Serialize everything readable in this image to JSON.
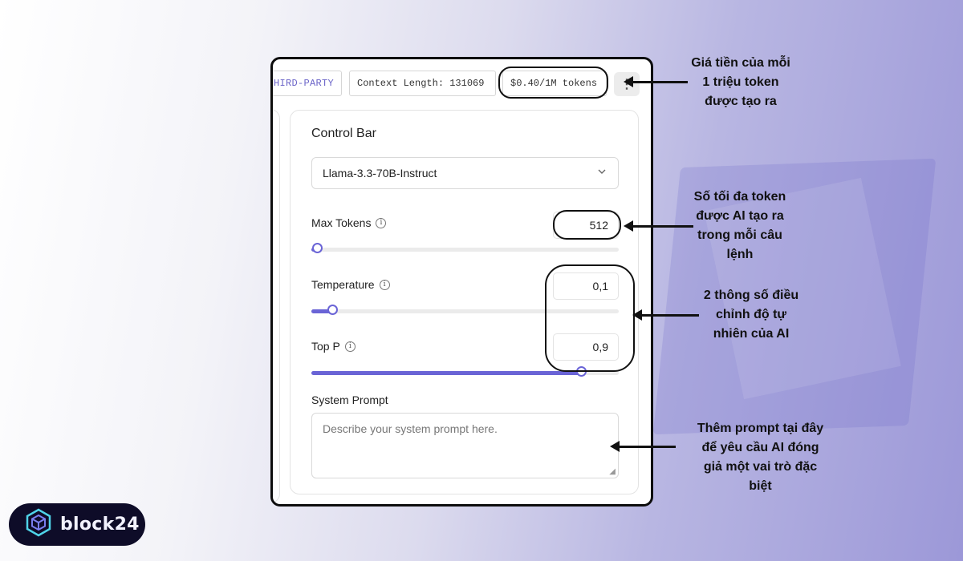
{
  "topbar": {
    "provider_tag": "HIRD-PARTY",
    "context_length": "Context Length: 131069",
    "price": "$0.40/1M tokens",
    "more_icon": "kebab-icon"
  },
  "control_bar": {
    "title": "Control Bar",
    "model": {
      "selected": "Llama-3.3-70B-Instruct",
      "icon": "chevron-down-icon"
    },
    "max_tokens": {
      "label": "Max Tokens",
      "value": "512",
      "slider_fraction": 0.02
    },
    "temperature": {
      "label": "Temperature",
      "value": "0,1",
      "slider_fraction": 0.07
    },
    "top_p": {
      "label": "Top P",
      "value": "0,9",
      "slider_fraction": 0.88
    },
    "system_prompt": {
      "label": "System Prompt",
      "placeholder": "Describe your system prompt here."
    }
  },
  "annotations": {
    "price_note": "Giá tiền của mỗi\n1 triệu token\nđược tạo ra",
    "max_tokens_note": "Số tối đa token\nđược AI tạo ra\ntrong mỗi câu\nlệnh",
    "params_note": "2 thông số điều\nchỉnh độ tự\nnhiên của AI",
    "prompt_note": "Thêm prompt tại đây\nđể yêu cầu AI đóng\ngiả một vai trò đặc\nbiệt"
  },
  "logo": {
    "text": "block24",
    "icon": "cube-logo-icon"
  },
  "colors": {
    "accent": "#6a64d6",
    "frame": "#0d0d0d",
    "logo_bg": "#0e0c28"
  }
}
